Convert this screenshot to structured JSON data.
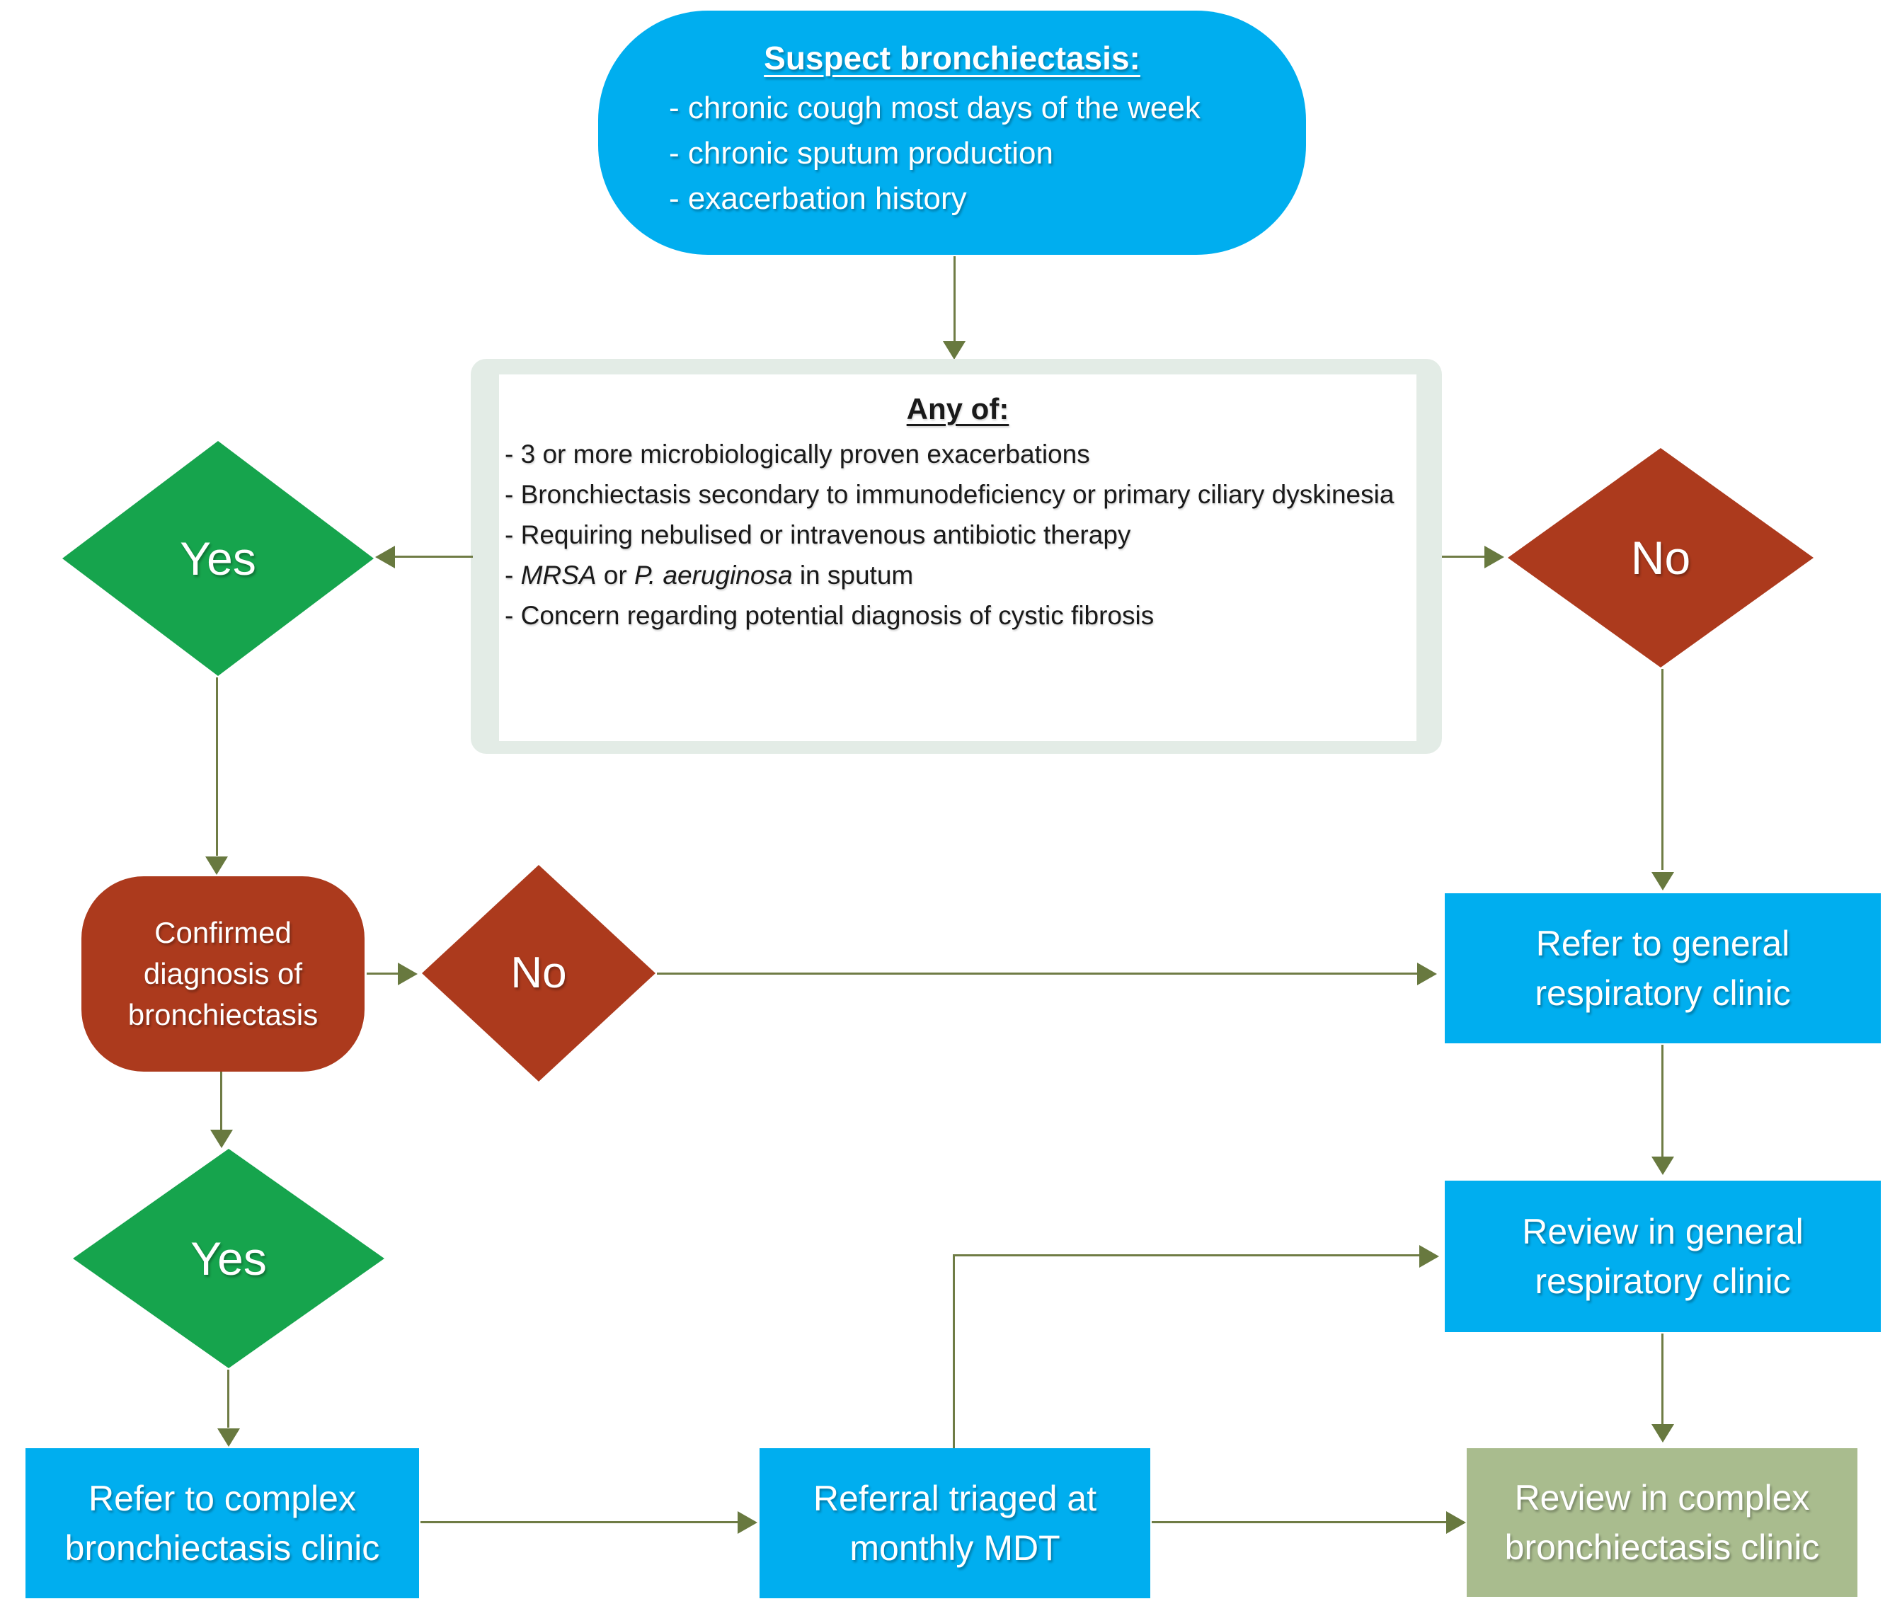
{
  "nodes": {
    "suspect": {
      "title": "Suspect bronchiectasis:",
      "bullets": [
        "- chronic cough most days of the week",
        "- chronic sputum production",
        "- exacerbation history"
      ]
    },
    "criteria": {
      "title": "Any of:",
      "bullets": [
        [
          {
            "text": "- 3 or more microbiologically proven exacerbations",
            "italic": false
          }
        ],
        [
          {
            "text": "- Bronchiectasis secondary to immunodeficiency or primary ciliary dyskinesia",
            "italic": false
          }
        ],
        [
          {
            "text": "- Requiring nebulised or intravenous antibiotic therapy",
            "italic": false
          }
        ],
        [
          {
            "text": "- ",
            "italic": false
          },
          {
            "text": "MRSA",
            "italic": true
          },
          {
            "text": " or ",
            "italic": false
          },
          {
            "text": "P. aeruginosa",
            "italic": true
          },
          {
            "text": " in sputum",
            "italic": false
          }
        ],
        [
          {
            "text": "- Concern regarding potential diagnosis of cystic fibrosis",
            "italic": false
          }
        ]
      ]
    },
    "decision_yes_top": "Yes",
    "decision_no_top": "No",
    "confirmed": "Confirmed diagnosis of bronchiectasis",
    "decision_no_confirmed": "No",
    "decision_yes_confirmed": "Yes",
    "refer_general": "Refer to general respiratory clinic",
    "review_general": "Review in general respiratory clinic",
    "refer_complex": "Refer to complex bronchiectasis clinic",
    "mdt": "Referral triaged at monthly MDT",
    "review_complex": "Review in complex bronchiectasis clinic"
  },
  "colors": {
    "blue_box": "#00AEEF",
    "green_diamond": "#16A44D",
    "dark_red": "#AC3A1D",
    "olive_box": "#A9BC8E",
    "arrow": "#6F7C45",
    "criteria_frame": "#E3ECE6",
    "text_dark": "#1A1A1A",
    "text_light": "#FFFFFF"
  }
}
